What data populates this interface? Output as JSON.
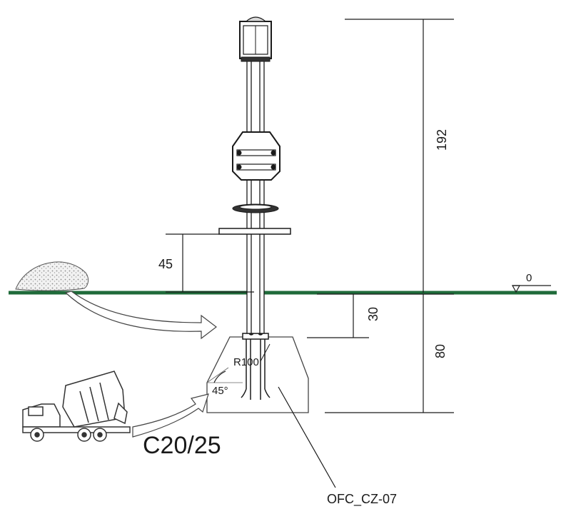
{
  "diagram": {
    "dimensions": {
      "total_height": "192",
      "above_ground": "45",
      "below_ground": "80",
      "anchor_depth": "30",
      "ground_level": "0"
    },
    "labels": {
      "radius": "R100",
      "angle": "45°",
      "concrete_class": "C20/25",
      "part_code": "OFC_CZ-07"
    },
    "colors": {
      "ground": "#1f6b3a",
      "lines": "#1a1a1a",
      "gravel": "#bdbdbd"
    }
  }
}
